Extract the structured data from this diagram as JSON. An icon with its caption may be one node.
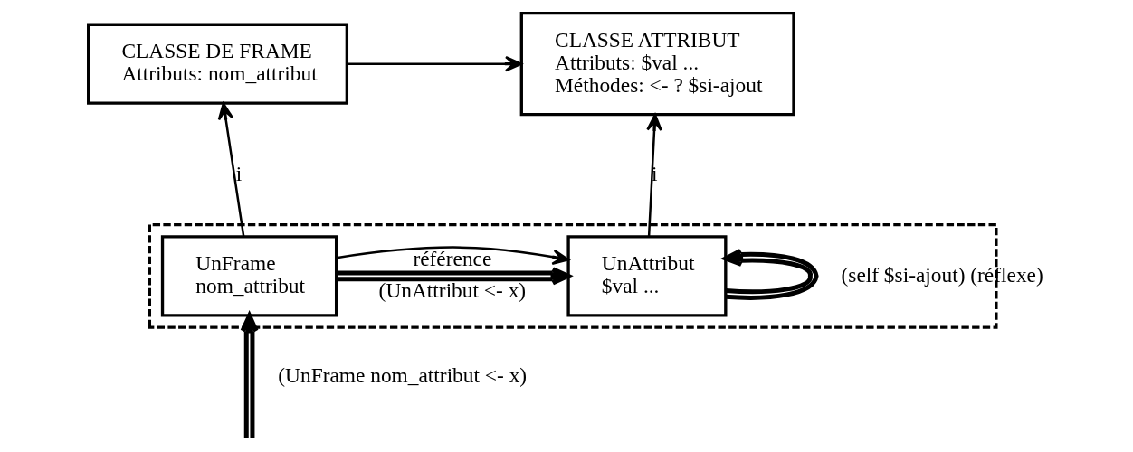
{
  "diagram": {
    "nodes": [
      {
        "text": [
          "CLASSE DE FRAME",
          "Attributs: nom_attribut"
        ]
      },
      {
        "text": [
          "CLASSE ATTRIBUT",
          "Attributs: $val ...",
          "Méthodes: <- ? $si-ajout"
        ]
      },
      {
        "text": [],
        "shape": "box"
      },
      {
        "text": [
          "UnFrame",
          "nom_attribut"
        ],
        "in": 2
      },
      {
        "text": [
          "UnAttribut",
          "$val ..."
        ],
        "in": 2
      }
    ],
    "edges": [
      {
        "from": 0,
        "to": 1,
        "arrow": "to"
      },
      {
        "from": 3,
        "to": 0,
        "arrow": "to",
        "label": "i"
      },
      {
        "from": 4,
        "to": 1,
        "arrow": "to",
        "label": "i"
      },
      {
        "from": 3,
        "to": 4,
        "arrow": "to",
        "label": "référence"
      },
      {
        "from": 3,
        "to": 4,
        "arrow": "to",
        "label": "(UnAttribut <- x)",
        "style": "thick"
      },
      {
        "from": null,
        "to": 3,
        "arrow": "to",
        "label": "(UnFrame nom_attribut <- x)",
        "style": "thick"
      },
      {
        "from": 4,
        "to": 4,
        "arrow": "to",
        "label": "(self $si-ajout) (réflexe)",
        "style": "thick"
      }
    ]
  }
}
